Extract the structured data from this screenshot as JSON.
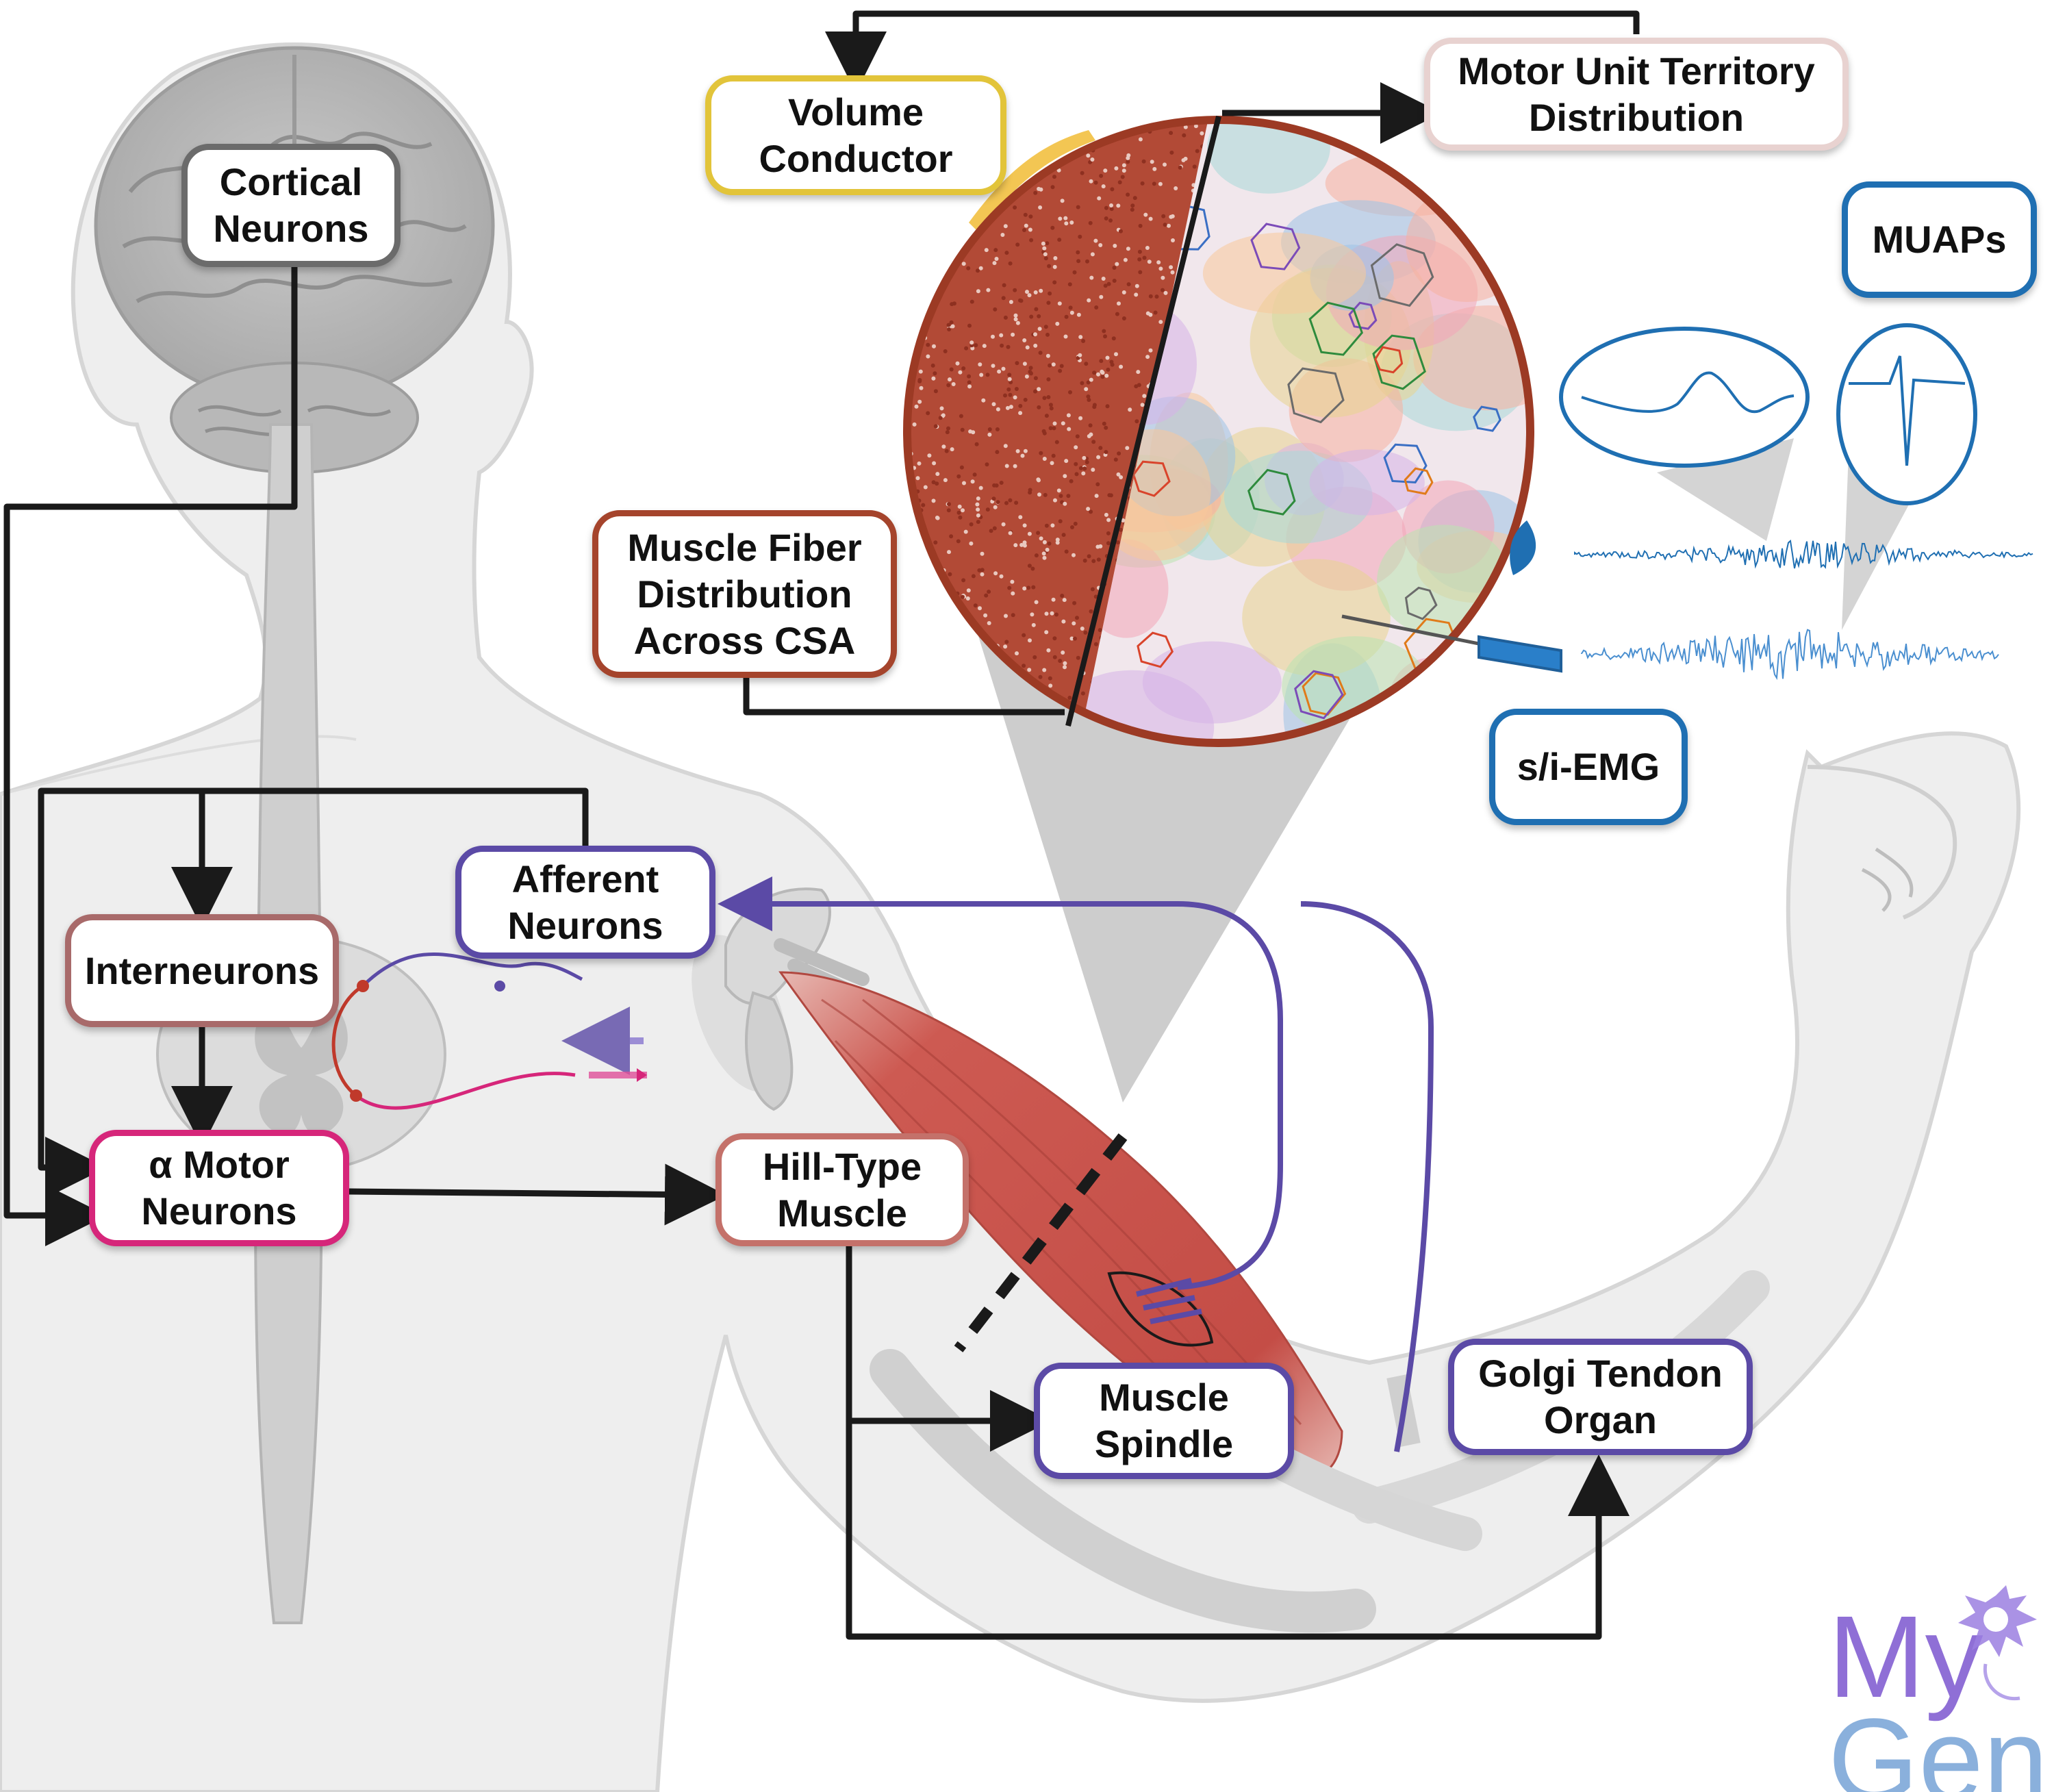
{
  "labels": {
    "cortical_neurons": "Cortical\nNeurons",
    "volume_conductor": "Volume\nConductor",
    "motor_unit_territory": "Motor Unit Territory\nDistribution",
    "muaps": "MUAPs",
    "muscle_fiber_distribution": "Muscle Fiber\nDistribution\nAcross CSA",
    "s_i_emg": "s/i-EMG",
    "interneurons": "Interneurons",
    "afferent_neurons": "Afferent\nNeurons",
    "alpha_motor_neurons": "α Motor\nNeurons",
    "hill_type_muscle": "Hill-Type\nMuscle",
    "muscle_spindle": "Muscle\nSpindle",
    "golgi_tendon_organ": "Golgi Tendon\nOrgan"
  },
  "logo": {
    "line1": "My",
    "line2": "Gen"
  },
  "colors": {
    "cortical": "#6b6b6b",
    "volume": "#e2c43a",
    "territory": "#e8d2d0",
    "emg_blue": "#1f6fb2",
    "fiber_brown": "#a5442c",
    "interneuron": "#a86a6a",
    "afferent": "#5b4aa6",
    "motor": "#d6267a",
    "hill": "#c4716a",
    "muscle_red": "#c9544d",
    "logo_purple": "#8f6fd6",
    "logo_blue": "#8ab0dc"
  }
}
